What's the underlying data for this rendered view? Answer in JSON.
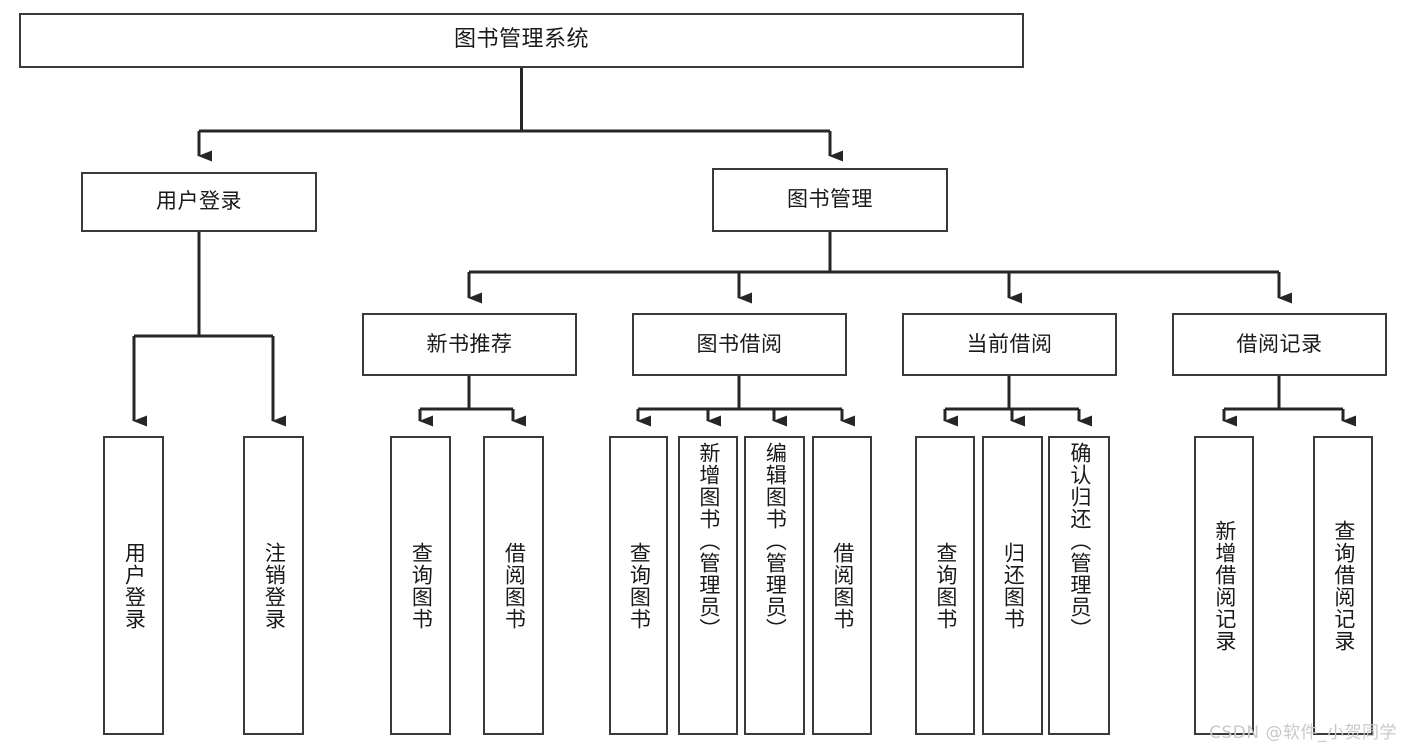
{
  "diagram": {
    "title": "图书管理系统",
    "type": "tree-hierarchy",
    "watermark": "CSDN @软件_小贺同学",
    "colors": {
      "box_border": "#3a3a3a",
      "box_fill": "#ffffff",
      "connector": "#262626",
      "text": "#1a1a1a",
      "watermark": "#c9c9c9",
      "background": "#ffffff"
    },
    "nodes": {
      "root": {
        "label": "图书管理系统"
      },
      "level1": [
        {
          "label": "用户登录"
        },
        {
          "label": "图书管理"
        }
      ],
      "level2": [
        {
          "label": "新书推荐"
        },
        {
          "label": "图书借阅"
        },
        {
          "label": "当前借阅"
        },
        {
          "label": "借阅记录"
        }
      ],
      "leaves": {
        "user_login": [
          {
            "label": "用户登录"
          },
          {
            "label": "注销登录"
          }
        ],
        "new_book": [
          {
            "label": "查询图书"
          },
          {
            "label": "借阅图书"
          }
        ],
        "borrow_book": [
          {
            "label": "查询图书"
          },
          {
            "label": "新增图书（管理员）"
          },
          {
            "label": "编辑图书（管理员）"
          },
          {
            "label": "借阅图书"
          }
        ],
        "current_borrow": [
          {
            "label": "查询图书"
          },
          {
            "label": "归还图书"
          },
          {
            "label": "确认归还（管理员）"
          }
        ],
        "borrow_record": [
          {
            "label": "新增借阅记录"
          },
          {
            "label": "查询借阅记录"
          }
        ]
      }
    }
  }
}
